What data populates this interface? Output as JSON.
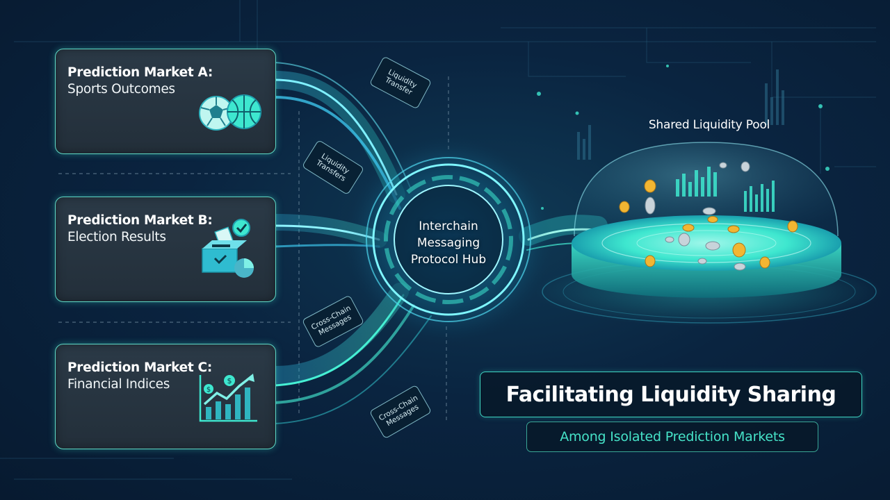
{
  "markets": [
    {
      "title": "Prediction Market A:",
      "subtitle": "Sports Outcomes",
      "icon": "sports-balls-icon"
    },
    {
      "title": "Prediction Market B:",
      "subtitle": "Election Results",
      "icon": "ballot-box-icon"
    },
    {
      "title": "Prediction Market C:",
      "subtitle": "Financial Indices",
      "icon": "rising-chart-icon"
    }
  ],
  "flow_labels": [
    {
      "line1": "Liquidity",
      "line2": "Transfer"
    },
    {
      "line1": "Liquidity",
      "line2": "Transfers"
    },
    {
      "line1": "Cross-Chain",
      "line2": "Messages"
    },
    {
      "line1": "Cross-Chain",
      "line2": "Messages"
    }
  ],
  "hub": {
    "line1": "Interchain",
    "line2": "Messaging",
    "line3": "Protocol Hub"
  },
  "pool": {
    "title": "Shared Liquidity Pool"
  },
  "headline": "Facilitating Liquidity Sharing",
  "subheadline": "Among Isolated Prediction Markets",
  "colors": {
    "accent": "#3ee7cf",
    "flow": "#1fb5d6",
    "coin": "#f2b632",
    "background": "#0a2440"
  }
}
